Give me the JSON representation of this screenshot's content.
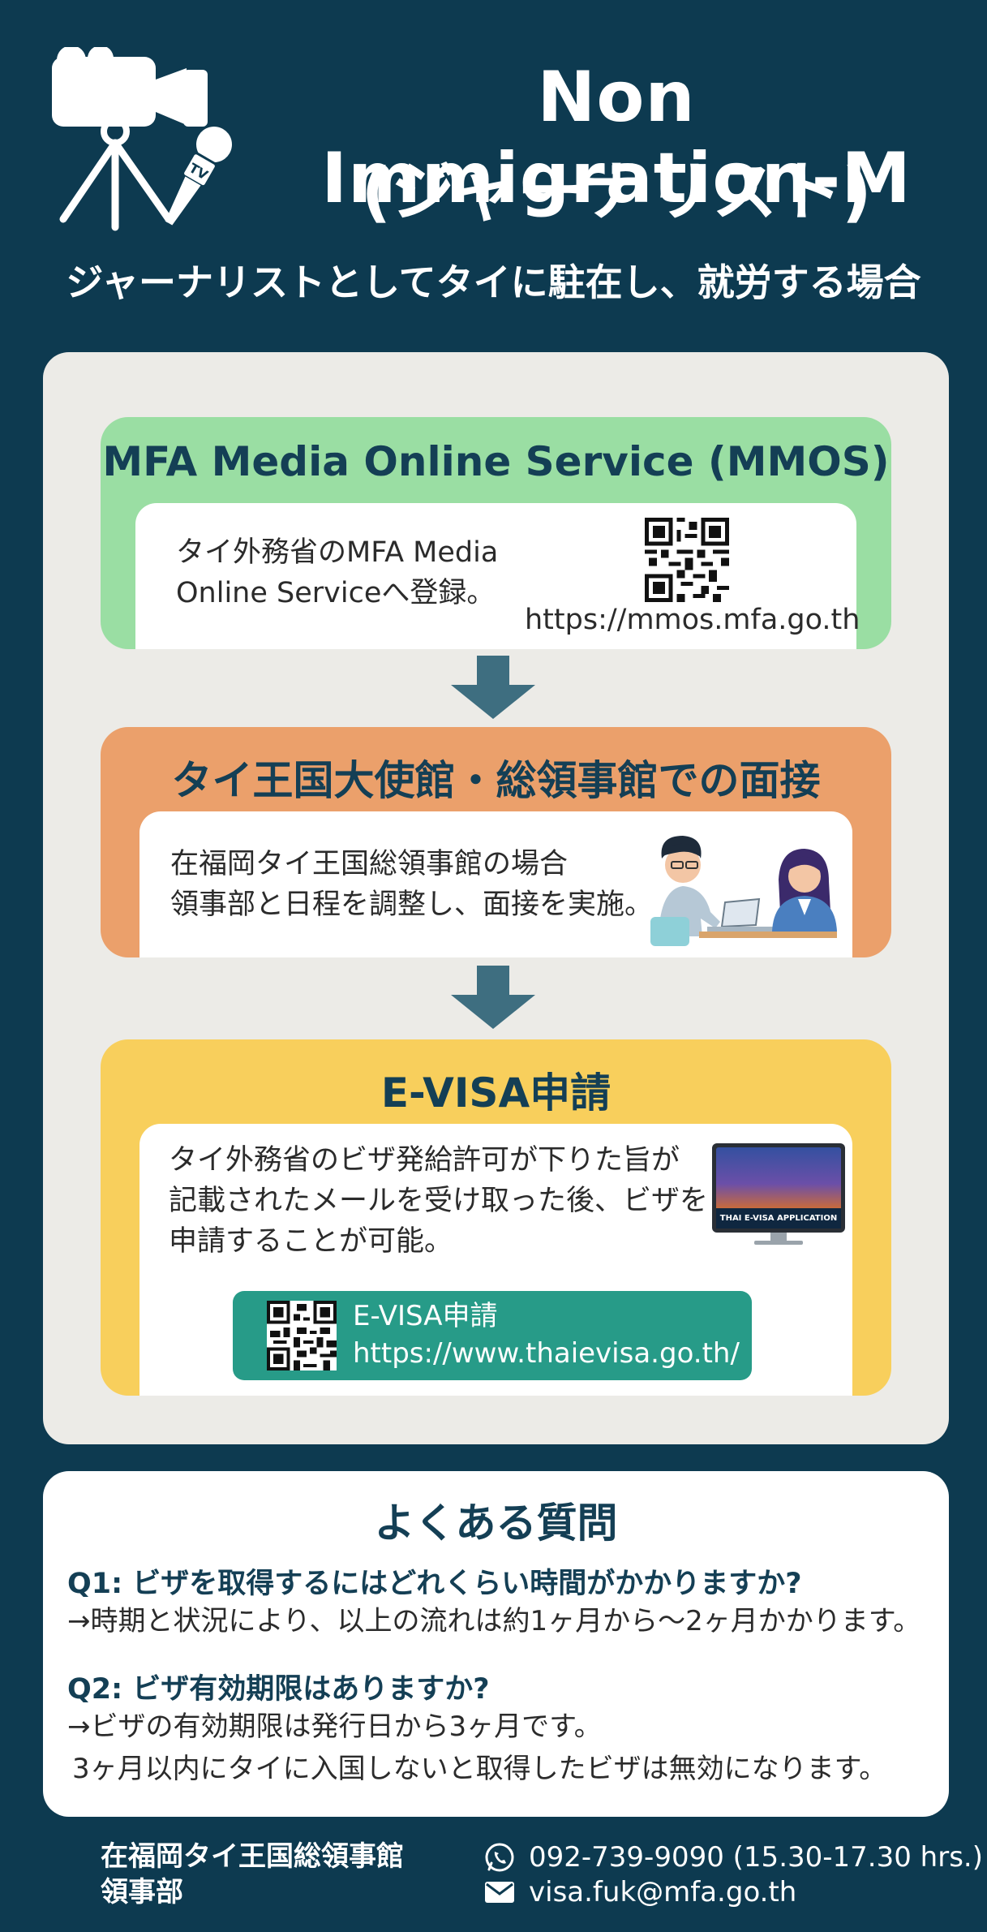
{
  "header": {
    "title_line1": "Non Immigration-M",
    "title_line2": "(ジャーナリスト)",
    "subtitle": "ジャーナリストとしてタイに駐在し、就労する場合"
  },
  "steps": [
    {
      "title": "MFA Media Online Service (MMOS)",
      "text_lines": [
        "タイ外務省のMFA Media",
        "Online Serviceへ登録。"
      ],
      "url": "https://mmos.mfa.go.th"
    },
    {
      "title": "タイ王国大使館・総領事館での面接",
      "text_lines": [
        "在福岡タイ王国総領事館の場合",
        "領事部と日程を調整し、面接を実施。"
      ]
    },
    {
      "title": "E-VISA申請",
      "text_lines": [
        "タイ外務省のビザ発給許可が下りた旨が",
        "記載されたメールを受け取った後、ビザを",
        "申請することが可能。"
      ],
      "monitor_caption": "THAI E-VISA APPLICATION",
      "button_label": "E-VISA申請",
      "button_url": "https://www.thaievisa.go.th/"
    }
  ],
  "faq": {
    "title": "よくある質問",
    "items": [
      {
        "q": "Q1: ビザを取得するにはどれくらい時間がかかりますか?",
        "a_lines": [
          "→時期と状況により、以上の流れは約1ヶ月から〜2ヶ月かかります。"
        ]
      },
      {
        "q": "Q2: ビザ有効期限はありますか?",
        "a_lines": [
          "→ビザの有効期限は発行日から3ヶ月です。",
          "3ヶ月以内にタイに入国しないと取得したビザは無効になります。"
        ]
      }
    ]
  },
  "footer": {
    "org_line1": "在福岡タイ王国総領事館",
    "org_line2": "領事部",
    "phone": "092-739-9090 (15.30-17.30 hrs.)",
    "email": "visa.fuk@mfa.go.th"
  },
  "colors": {
    "background": "#0d3a50",
    "panel": "#ecebe7",
    "step1": "#9adea3",
    "step2": "#eba06b",
    "step3": "#f8cf5c",
    "arrow": "#3e6e80",
    "button": "#279b88",
    "heading": "#143f55"
  },
  "icons": {
    "hero": "tv-camera-tripod-microphone-icon",
    "step1_image": "qr-code-icon",
    "step2_image": "interview-people-illustration",
    "step3_image": "monitor-evisa-icon",
    "button_image": "qr-code-icon",
    "phone": "phone-icon",
    "email": "envelope-icon"
  }
}
